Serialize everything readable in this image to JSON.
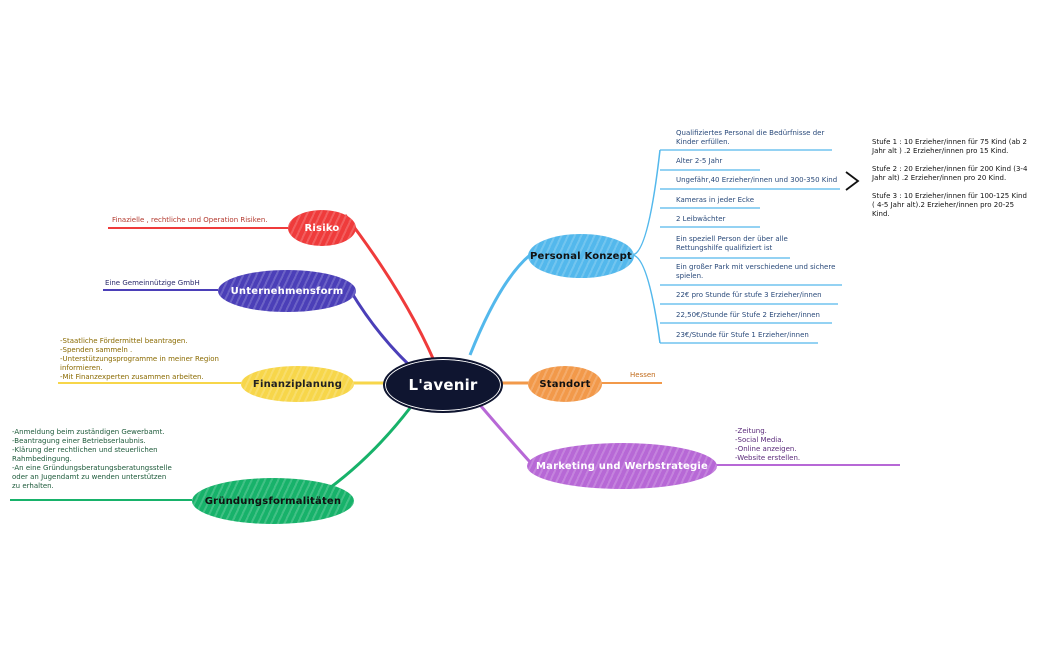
{
  "colors": {
    "center": "#0f1530",
    "risiko": "#ef3b3b",
    "unternehmensform": "#4b3fb8",
    "finanzplanung": "#f7d64a",
    "gruendung": "#17b26a",
    "personal": "#53b8ec",
    "standort": "#f2994a",
    "marketing": "#b768d6"
  },
  "center": {
    "label": "L'avenir"
  },
  "nodes": {
    "risiko": {
      "label": "Risiko",
      "note": "Finazielle , rechtliche und Operation Risiken."
    },
    "unternehmensform": {
      "label": "Unternehmensform",
      "note": "Eine Gemeinnützige GmbH"
    },
    "finanzplanung": {
      "label": "Finanziplanung",
      "note": "-Staatliche Fördermittel beantragen.\n-Spenden sammeln .\n-Unterstützungsprogramme in meiner Region informieren.\n-Mit Finanzexperten zusammen arbeiten."
    },
    "gruendung": {
      "label": "Gründungsformalitäten",
      "note": "-Anmeldung beim zuständigen Gewerbamt.\n-Beantragung einer Betriebserlaubnis.\n-Klärung der rechtlichen und steuerlichen Rahmbedingung.\n-An eine Gründungsberatungsberatungsstelle oder an Jugendamt zu wenden unterstützen zu erhalten."
    },
    "standort": {
      "label": "Standort",
      "note": "Hessen"
    },
    "marketing": {
      "label": "Marketing und Werbstrategie",
      "note": "-Zeitung.\n-Social Media.\n-Online anzeigen.\n-Website erstellen."
    },
    "personal": {
      "label": "Personal Konzept",
      "items": [
        "Qualifiziertes Personal die Bedürfnisse der Kinder erfüllen.",
        "Alter 2-5 Jahr",
        "Ungefähr,40 Erzieher/innen und 300-350 Kind",
        "Kameras in jeder Ecke",
        "2 Leibwächter",
        "Ein speziell Person der über alle Rettungshilfe qualifiziert ist",
        "Ein großer Park mit verschiedene und sichere spielen.",
        "22€ pro Stunde für stufe 3 Erzieher/innen",
        "22,50€/Stunde für Stufe 2 Erzieher/innen",
        "23€/Stunde für Stufe 1 Erzieher/innen"
      ],
      "stufen": "Stufe 1 :  10 Erzieher/innen für 75 Kind (ab 2 Jahr alt ) .2 Erzieher/innen  pro 15 Kind.\n\n Stufe 2 :  20 Erzieher/innen für 200 Kind (3-4 Jahr alt) .2 Erzieher/innen pro 20 Kind.\n\nStufe 3 :  10 Erzieher/innen  für 100-125 Kind ( 4-5 Jahr alt).2 Erzieher/innen pro 20-25 Kind."
    }
  }
}
